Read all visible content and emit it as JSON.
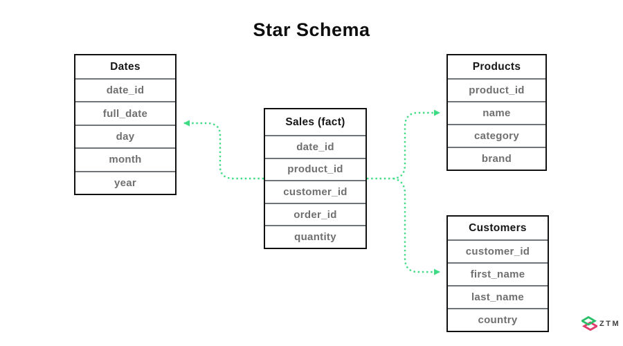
{
  "title": "Star Schema",
  "colors": {
    "connector": "#3ddc84",
    "table_border": "#101010",
    "row_divider": "#6f7478",
    "header_text": "#161616",
    "row_text": "#6f6f6f",
    "logo_green": "#2abf68",
    "logo_pink": "#e23d6d",
    "logo_text_color": "#3f3f3f"
  },
  "tables": [
    {
      "id": "dates",
      "title": "Dates",
      "rows": [
        "date_id",
        "full_date",
        "day",
        "month",
        "year"
      ]
    },
    {
      "id": "sales",
      "title": "Sales (fact)",
      "rows": [
        "date_id",
        "product_id",
        "customer_id",
        "order_id",
        "quantity"
      ]
    },
    {
      "id": "products",
      "title": "Products",
      "rows": [
        "product_id",
        "name",
        "category",
        "brand"
      ]
    },
    {
      "id": "customers",
      "title": "Customers",
      "rows": [
        "customer_id",
        "first_name",
        "last_name",
        "country"
      ]
    }
  ],
  "connections": [
    {
      "from": "sales",
      "to": "dates"
    },
    {
      "from": "sales",
      "to": "products"
    },
    {
      "from": "sales",
      "to": "customers"
    }
  ],
  "logo": {
    "text": "ZTM"
  }
}
